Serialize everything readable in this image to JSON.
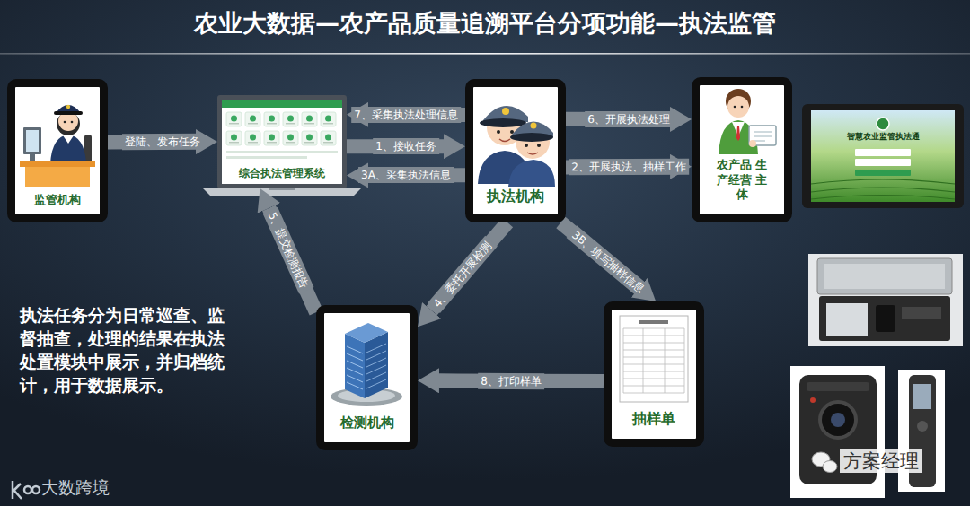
{
  "diagram": {
    "title": "农业大数据—农产品质量追溯平台分项功能—执法监管",
    "nodes": [
      {
        "text": [
          "监管机构"
        ]
      },
      {
        "text": [
          "综合执法管理系统"
        ]
      },
      {
        "text": [
          "执法机构"
        ]
      },
      {
        "text": [
          "农产品 生产经营 主体"
        ]
      },
      {
        "text": [
          "检测机构"
        ]
      },
      {
        "text": [
          "抽样单"
        ]
      }
    ],
    "edges": [
      {
        "from": 0,
        "to": 1,
        "label": "登陆、发布任务",
        "arrow": "to"
      },
      {
        "from": 2,
        "to": 1,
        "label": "7、采集执法处理信息",
        "arrow": "to"
      },
      {
        "from": 1,
        "to": 2,
        "label": "1、接收任务",
        "arrow": "to"
      },
      {
        "from": 2,
        "to": 1,
        "label": "3A、采集执法信息",
        "arrow": "to"
      },
      {
        "from": 2,
        "to": 3,
        "label": "6、开展执法处理",
        "arrow": "to"
      },
      {
        "from": 2,
        "to": 3,
        "label": "2、开展执法、抽样工作",
        "arrow": "to"
      },
      {
        "from": 2,
        "to": 5,
        "label": "3B、填写抽样信息",
        "arrow": "to"
      },
      {
        "from": 2,
        "to": 4,
        "label": "4、委托开展检测",
        "arrow": "to"
      },
      {
        "from": 4,
        "to": 1,
        "label": "5、提交检测报告",
        "arrow": "to"
      },
      {
        "from": 5,
        "to": 4,
        "label": "8、打印样单",
        "arrow": "to"
      }
    ],
    "labels": [
      "执法任务分为日常巡查、监督抽查，处理的结果在执法处置模块中展示，并归档统计，用于数据展示。",
      "智慧农业监管执法通",
      "大数跨境",
      "方案经理"
    ]
  }
}
